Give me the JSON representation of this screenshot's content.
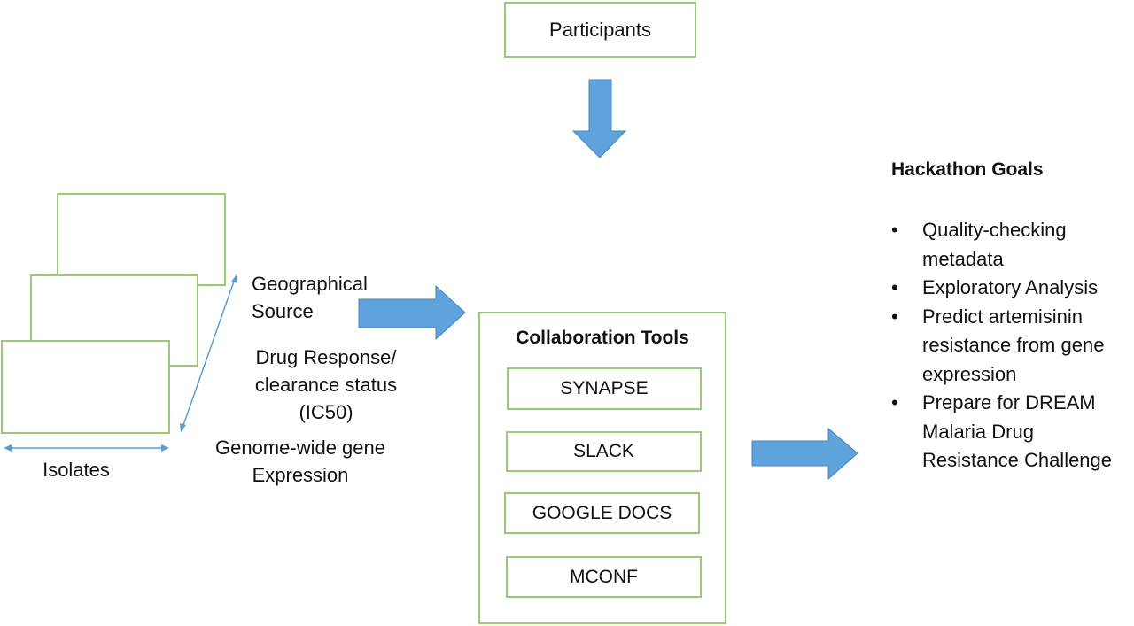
{
  "participants": {
    "label": "Participants"
  },
  "isolates": {
    "label": "Isolates"
  },
  "data_features": {
    "geographical": [
      "Geographical",
      "Source"
    ],
    "drug_response": [
      "Drug Response/",
      "clearance status",
      "(IC50)"
    ],
    "expression": [
      "Genome-wide gene",
      "Expression"
    ]
  },
  "collaboration": {
    "title": "Collaboration Tools",
    "tools": [
      "SYNAPSE",
      "SLACK",
      "GOOGLE DOCS",
      "MCONF"
    ]
  },
  "goals": {
    "title": "Hackathon Goals",
    "bullet": "•",
    "items": [
      "Quality-checking metadata",
      "Exploratory Analysis",
      "Predict artemisinin resistance from gene expression",
      "Prepare for DREAM Malaria Drug Resistance Challenge"
    ]
  },
  "colors": {
    "box_border": "#9bc97a",
    "arrow_fill": "#5ea3dc",
    "arrow_stroke": "#4a86c0",
    "connector": "#5b9bd5"
  }
}
